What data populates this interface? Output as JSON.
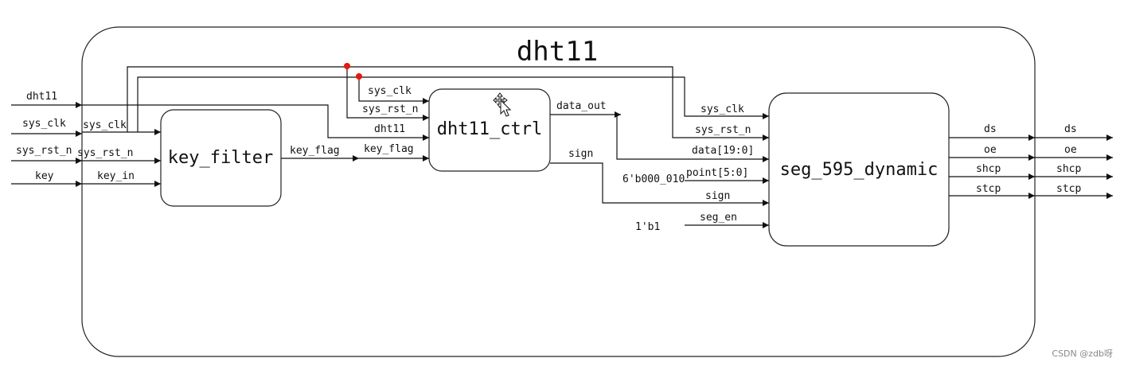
{
  "diagram": {
    "title": "dht11",
    "blocks": {
      "key_filter": "key_filter",
      "dht11_ctrl": "dht11_ctrl",
      "seg": "seg_595_dynamic"
    },
    "top_inputs": [
      "dht11",
      "sys_clk",
      "sys_rst_n",
      "key"
    ],
    "key_filter_ports": {
      "clk": "sys_clk",
      "rst": "sys_rst_n",
      "in": "key_in",
      "out": "key_flag"
    },
    "dht11_ctrl_ports": {
      "clk": "sys_clk",
      "rst": "sys_rst_n",
      "dht11": "dht11",
      "key_flag": "key_flag",
      "data_out": "data_out",
      "sign": "sign"
    },
    "seg_ports": [
      "sys_clk",
      "sys_rst_n",
      "data[19:0]",
      "point[5:0]",
      "sign",
      "seg_en"
    ],
    "constants": {
      "point": "6'b000_010",
      "seg_en": "1'b1"
    },
    "outputs": [
      "ds",
      "oe",
      "shcp",
      "stcp"
    ]
  },
  "colors": {
    "junction": "#e8170c",
    "line": "#111111"
  },
  "watermark": "CSDN @zdb呀"
}
